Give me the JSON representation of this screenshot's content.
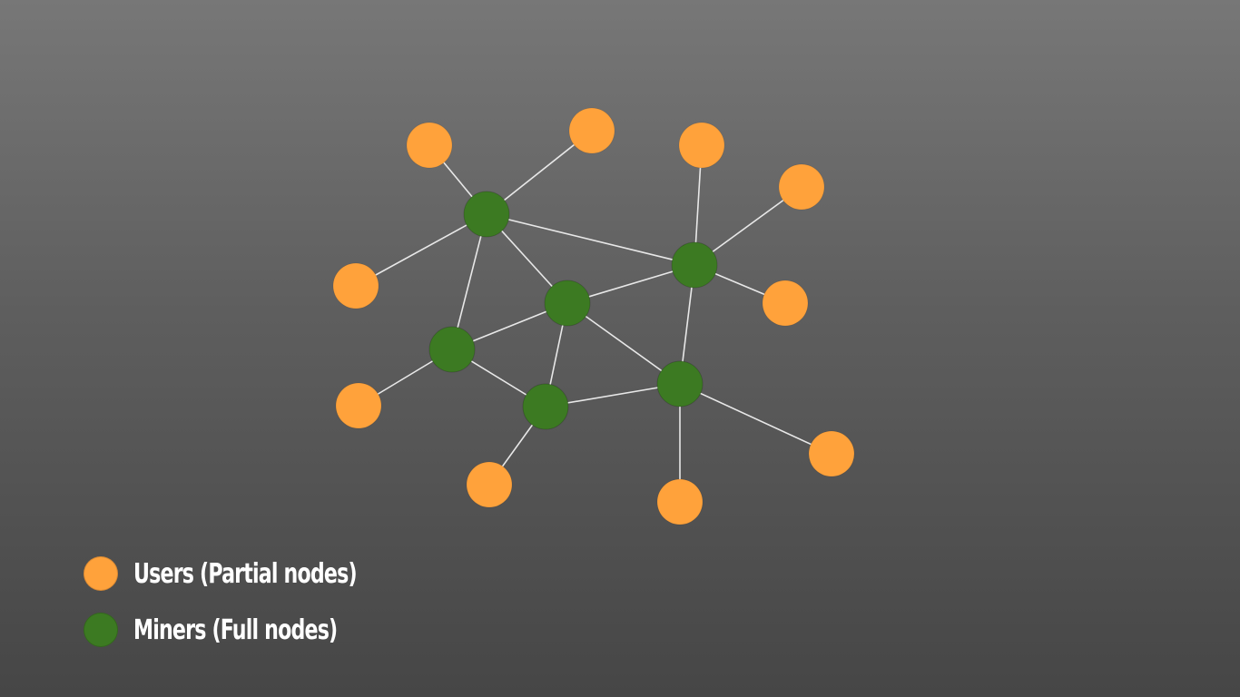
{
  "colors": {
    "user": "#FFA23B",
    "miner": "#3C7A22",
    "edge": "#E8E8E8",
    "text": "#FFFFFF"
  },
  "legend": {
    "users_label": "Users (Partial nodes)",
    "miners_label": "Miners (Full nodes)"
  },
  "nodes": [
    {
      "id": "m1",
      "type": "miner"
    },
    {
      "id": "m2",
      "type": "miner"
    },
    {
      "id": "m3",
      "type": "miner"
    },
    {
      "id": "m4",
      "type": "miner"
    },
    {
      "id": "m5",
      "type": "miner"
    },
    {
      "id": "m6",
      "type": "miner"
    },
    {
      "id": "u1",
      "type": "user"
    },
    {
      "id": "u2",
      "type": "user"
    },
    {
      "id": "u3",
      "type": "user"
    },
    {
      "id": "u4",
      "type": "user"
    },
    {
      "id": "u5",
      "type": "user"
    },
    {
      "id": "u6",
      "type": "user"
    },
    {
      "id": "u7",
      "type": "user"
    },
    {
      "id": "u8",
      "type": "user"
    },
    {
      "id": "u9",
      "type": "user"
    },
    {
      "id": "u10",
      "type": "user"
    },
    {
      "id": "u11",
      "type": "user"
    }
  ],
  "edges": [
    [
      "u1",
      "m1"
    ],
    [
      "u2",
      "m1"
    ],
    [
      "u5",
      "m1"
    ],
    [
      "m1",
      "m2"
    ],
    [
      "m1",
      "m3"
    ],
    [
      "m1",
      "m4"
    ],
    [
      "u3",
      "m2"
    ],
    [
      "u4",
      "m2"
    ],
    [
      "u7",
      "m2"
    ],
    [
      "m3",
      "m2"
    ],
    [
      "m2",
      "m6"
    ],
    [
      "m3",
      "m4"
    ],
    [
      "m3",
      "m5"
    ],
    [
      "m3",
      "m6"
    ],
    [
      "u6",
      "m4"
    ],
    [
      "m4",
      "m5"
    ],
    [
      "u8",
      "m5"
    ],
    [
      "m5",
      "m6"
    ],
    [
      "u9",
      "m6"
    ],
    [
      "u10",
      "m6"
    ]
  ]
}
